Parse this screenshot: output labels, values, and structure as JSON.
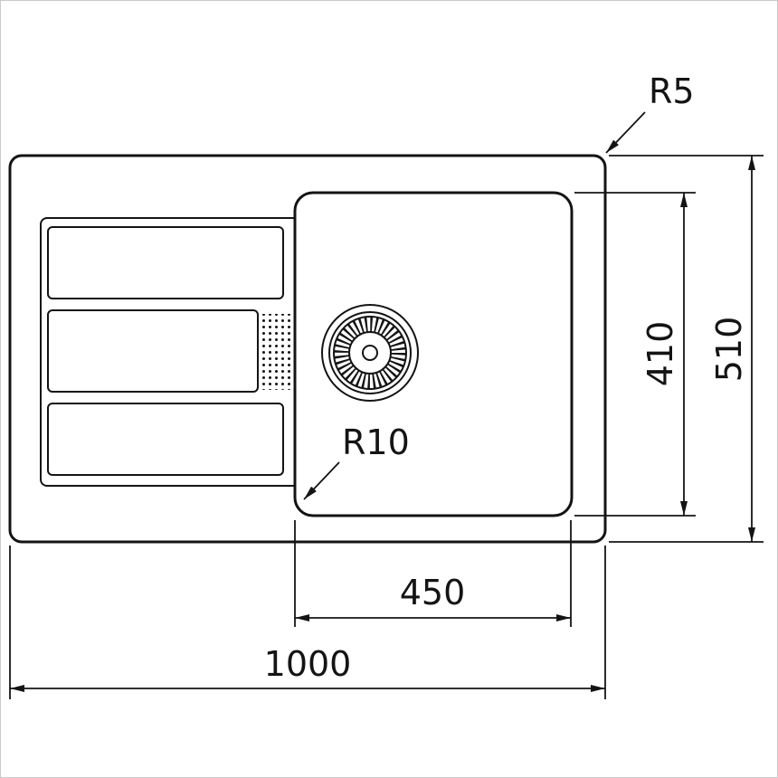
{
  "annotations": {
    "outer_corner_radius": "R5",
    "bowl_corner_radius": "R10"
  },
  "dimensions": {
    "bowl_width": "450",
    "overall_width": "1000",
    "bowl_height": "410",
    "overall_height": "510"
  },
  "colors": {
    "line": "#141414",
    "background": "#ffffff",
    "frame_border": "#c9c9c9"
  }
}
